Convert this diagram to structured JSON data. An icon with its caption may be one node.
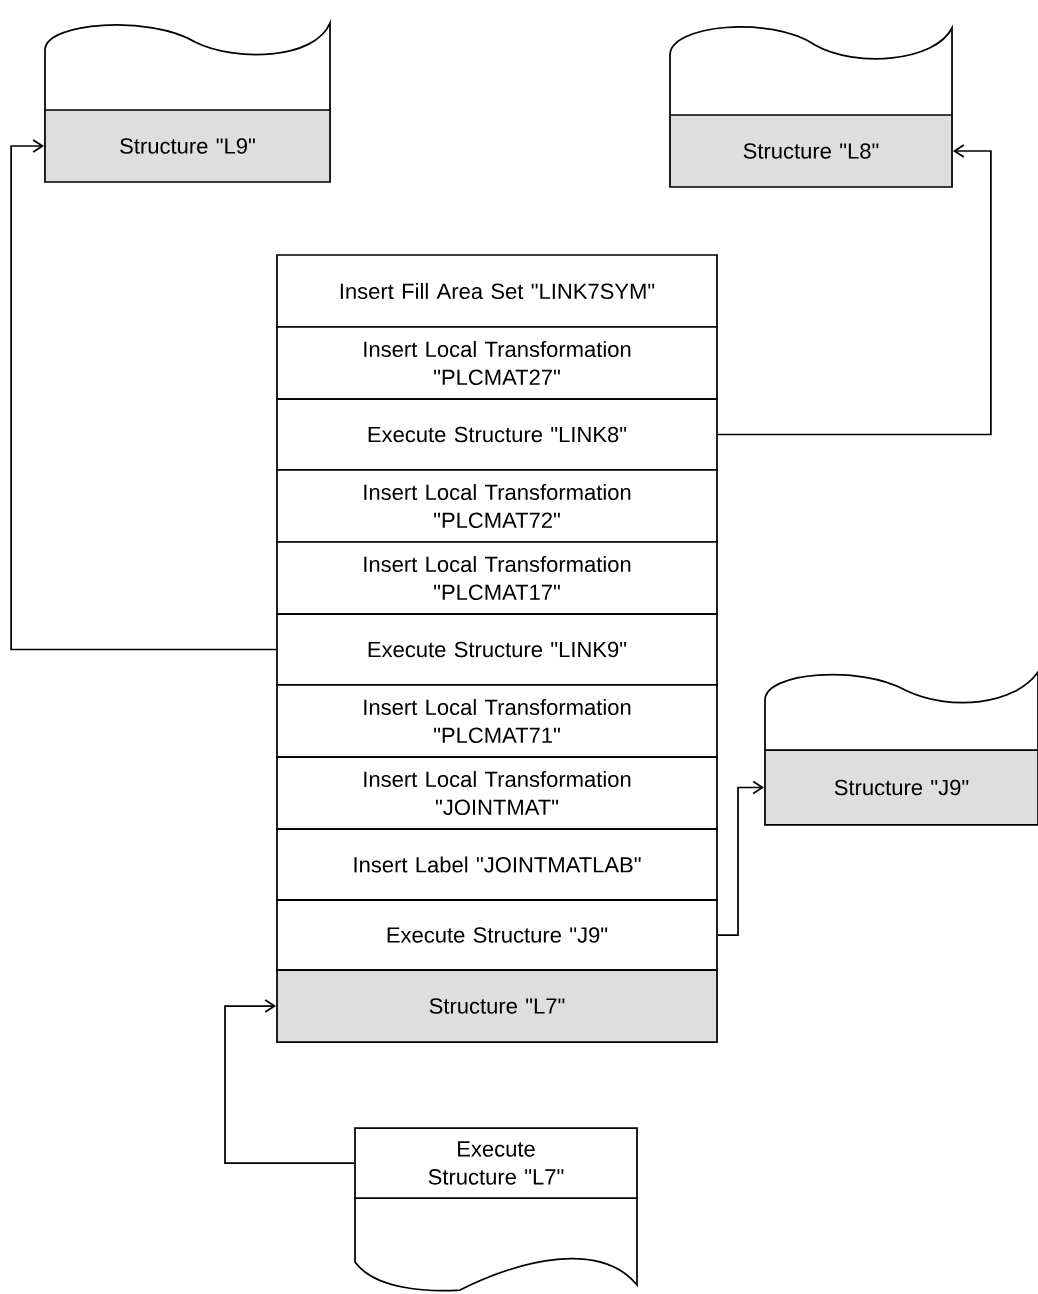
{
  "diagram": {
    "nodes": [
      {
        "text": [
          "Structure \"L9\""
        ]
      },
      {
        "text": [
          "Structure \"L8\""
        ]
      },
      {
        "text": [
          "Insert Fill Area Set \"LINK7SYM\""
        ]
      },
      {
        "text": [
          "Insert Local Transformation \"PLCMAT27\""
        ]
      },
      {
        "text": [
          "Execute Structure \"LINK8\""
        ]
      },
      {
        "text": [
          "Insert Local Transformation \"PLCMAT72\""
        ]
      },
      {
        "text": [
          "Insert Local Transformation \"PLCMAT17\""
        ]
      },
      {
        "text": [
          "Execute Structure \"LINK9\""
        ]
      },
      {
        "text": [
          "Insert Local Transformation \"PLCMAT71\""
        ]
      },
      {
        "text": [
          "Insert Local Transformation \"JOINTMAT\""
        ]
      },
      {
        "text": [
          "Insert Label \"JOINTMATLAB\""
        ]
      },
      {
        "text": [
          "Execute Structure \"J9\""
        ]
      },
      {
        "text": [
          "Structure \"L7\""
        ]
      },
      {
        "text": [
          "Structure \"J9\""
        ]
      },
      {
        "text": [
          "Execute Structure \"L7\""
        ]
      }
    ],
    "edges": [
      {
        "from": 4,
        "to": 1,
        "arrow": "to"
      },
      {
        "from": 7,
        "to": 0,
        "arrow": "to"
      },
      {
        "from": 11,
        "to": 13,
        "arrow": "to"
      },
      {
        "from": 14,
        "to": 12,
        "arrow": "to"
      }
    ]
  }
}
